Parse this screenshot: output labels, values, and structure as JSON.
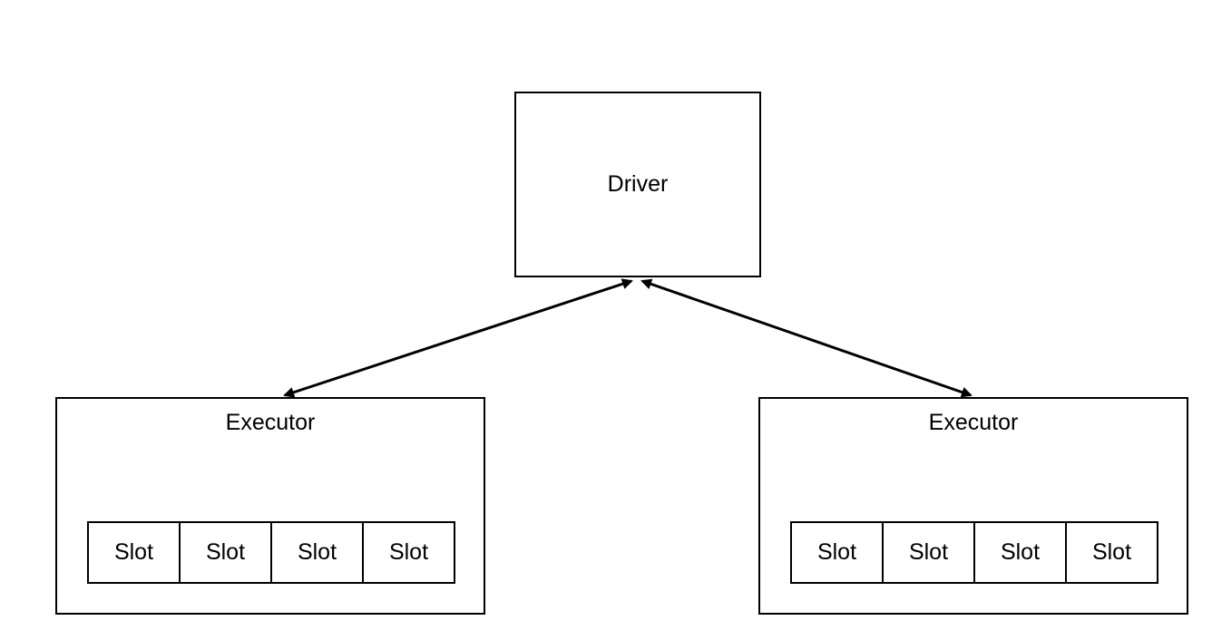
{
  "diagram": {
    "driver": {
      "label": "Driver"
    },
    "executors": [
      {
        "label": "Executor",
        "slots": [
          "Slot",
          "Slot",
          "Slot",
          "Slot"
        ]
      },
      {
        "label": "Executor",
        "slots": [
          "Slot",
          "Slot",
          "Slot",
          "Slot"
        ]
      }
    ],
    "connections": [
      {
        "from": "driver",
        "to": "executor-left",
        "type": "bidirectional-arrow"
      },
      {
        "from": "driver",
        "to": "executor-right",
        "type": "bidirectional-arrow"
      }
    ],
    "colors": {
      "stroke": "#000000",
      "background": "#ffffff"
    }
  }
}
